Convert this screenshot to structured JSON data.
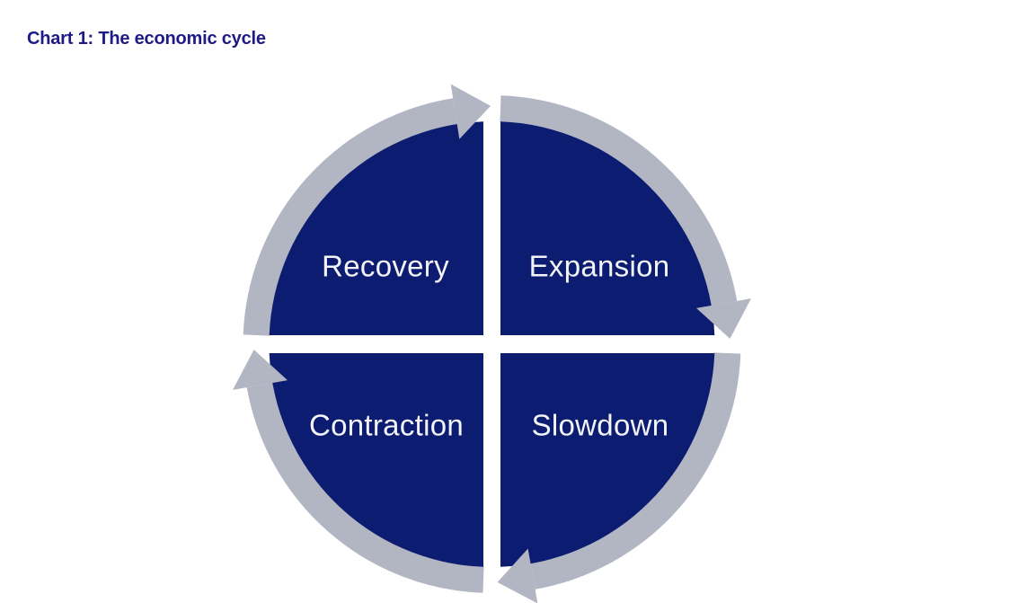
{
  "page": {
    "title": "Chart 1: The economic cycle"
  },
  "diagram": {
    "type": "cycle",
    "direction": "clockwise",
    "quadrants": [
      {
        "label": "Recovery",
        "position": "top-left"
      },
      {
        "label": "Expansion",
        "position": "top-right"
      },
      {
        "label": "Contraction",
        "position": "bottom-left"
      },
      {
        "label": "Slowdown",
        "position": "bottom-right"
      }
    ]
  },
  "colors": {
    "quadrant_fill": "#0c1c70",
    "ring_arrow": "#b2b5c2",
    "quadrant_label": "#f2f4f8",
    "title": "#1e1b87"
  }
}
